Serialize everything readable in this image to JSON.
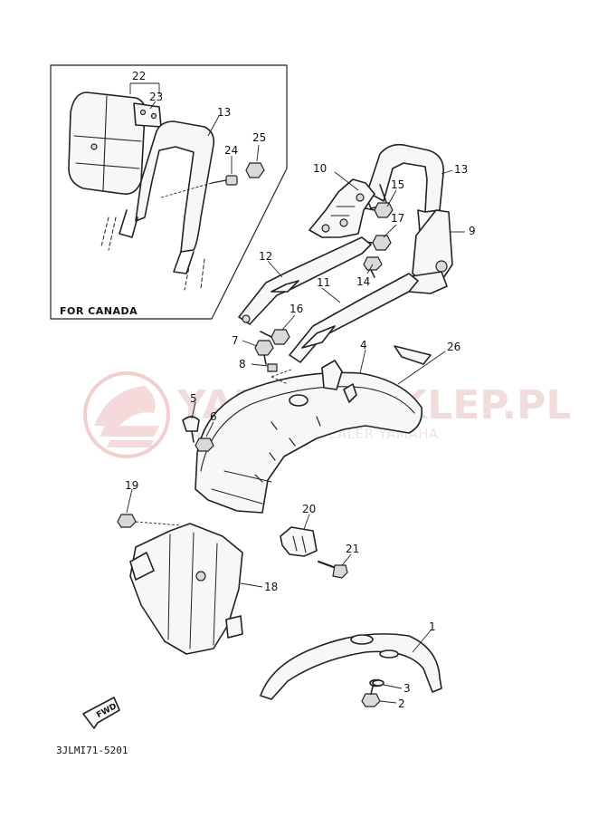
{
  "watermark": {
    "main": "YAMAHASKLEP.PL",
    "sub": "AUTORYZOWANY DEALER YAMAHA",
    "color": "#e4a9a9"
  },
  "inset": {
    "label": "FOR CANADA"
  },
  "footer_code": "3JLMI71-5201",
  "fwd_label": "FWD",
  "callouts": {
    "c1": "1",
    "c2": "2",
    "c3": "3",
    "c4": "4",
    "c5": "5",
    "c6": "6",
    "c7": "7",
    "c8": "8",
    "c9": "9",
    "c10": "10",
    "c11": "11",
    "c12": "12",
    "c13a": "13",
    "c13b": "13",
    "c14": "14",
    "c15": "15",
    "c16": "16",
    "c17": "17",
    "c18": "18",
    "c19": "19",
    "c20": "20",
    "c21": "21",
    "c22": "22",
    "c23": "23",
    "c24": "24",
    "c25": "25",
    "c26": "26"
  }
}
